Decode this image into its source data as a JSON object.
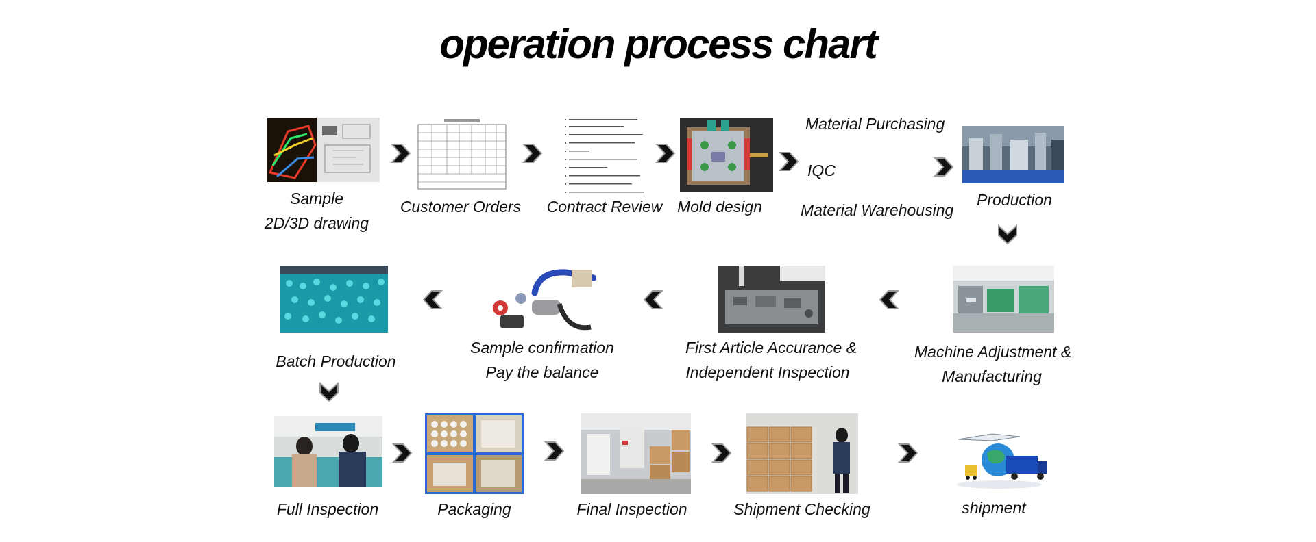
{
  "title": "operation process chart",
  "steps": {
    "sample": {
      "line1": "Sample",
      "line2": "2D/3D drawing",
      "icon": "cad-drawing-thumbnail"
    },
    "customer_orders": {
      "label": "Customer Orders",
      "icon": "order-form-thumbnail"
    },
    "contract_review": {
      "label": "Contract Review",
      "icon": "contract-document-thumbnail"
    },
    "mold_design": {
      "label": "Mold design",
      "icon": "mold-3d-model-thumbnail"
    },
    "material": {
      "purchasing": "Material Purchasing",
      "iqc": "IQC",
      "warehousing": "Material Warehousing"
    },
    "production": {
      "label": "Production",
      "icon": "factory-line-thumbnail"
    },
    "machine_adjustment": {
      "line1": "Machine Adjustment &",
      "line2": "Manufacturing",
      "icon": "injection-machines-thumbnail"
    },
    "first_article": {
      "line1": "First Article Accurance &",
      "line2": "Independent Inspection",
      "icon": "cmm-inspection-thumbnail"
    },
    "sample_confirmation": {
      "line1": "Sample confirmation",
      "line2": "Pay the balance",
      "icon": "rubber-parts-thumbnail"
    },
    "batch_production": {
      "label": "Batch Production",
      "icon": "cyan-pellets-thumbnail"
    },
    "full_inspection": {
      "label": "Full Inspection",
      "icon": "workers-inspecting-thumbnail"
    },
    "packaging": {
      "label": "Packaging",
      "icon": "boxed-parts-thumbnail"
    },
    "final_inspection": {
      "label": "Final Inspection",
      "icon": "warehouse-cartons-thumbnail"
    },
    "shipment_checking": {
      "label": "Shipment Checking",
      "icon": "carton-stack-thumbnail"
    },
    "shipment": {
      "label": "shipment",
      "icon": "globe-logistics-thumbnail"
    }
  },
  "colors": {
    "arrow_fill": "#111111",
    "arrow_outline": "#9a9a9a",
    "text": "#111111"
  }
}
